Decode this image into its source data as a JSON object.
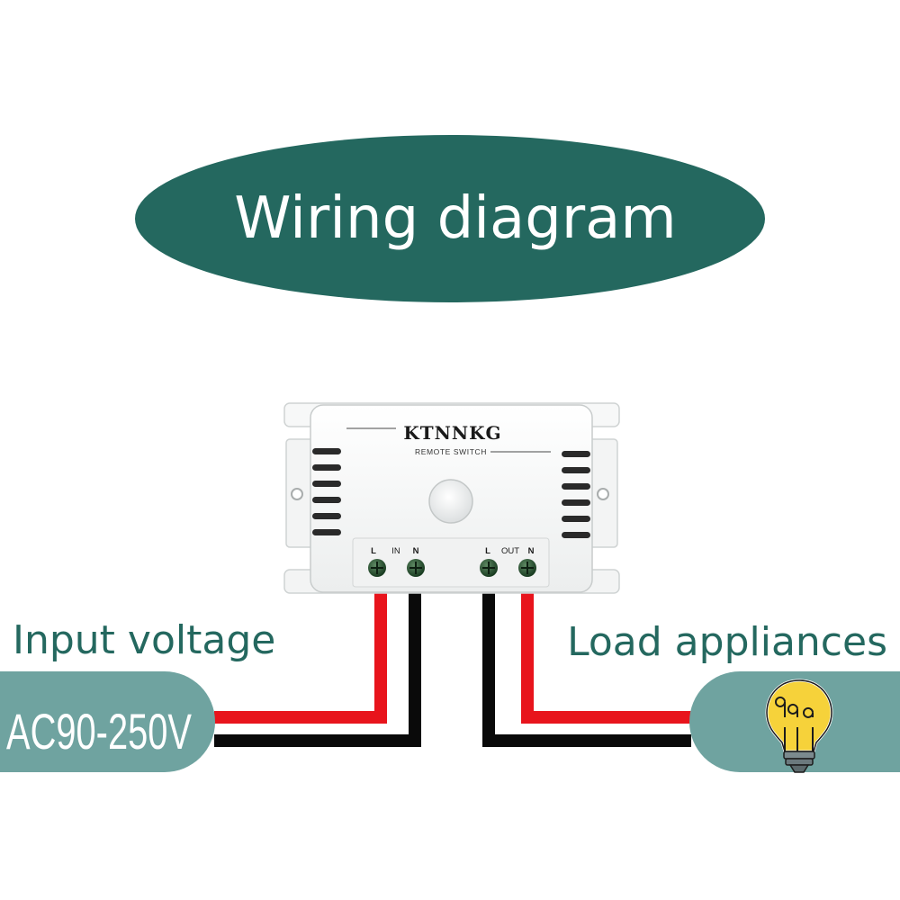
{
  "title": "Wiring diagram",
  "device": {
    "brand": "KTNNKG",
    "subtitle": "REMOTE SWITCH",
    "input_group": {
      "l": "L",
      "label": "IN",
      "n": "N"
    },
    "output_group": {
      "l": "L",
      "label": "OUT",
      "n": "N"
    }
  },
  "input": {
    "label": "Input voltage",
    "value": "AC90-250V"
  },
  "output": {
    "label": "Load appliances",
    "icon": "light-bulb-icon"
  },
  "colors": {
    "title_pill": "#24685f",
    "pill": "#6fa3a0",
    "text_teal": "#24685f",
    "wire_live": "#e8141c",
    "wire_neutral": "#0a0a0a",
    "bulb_yellow": "#f6d23a"
  }
}
